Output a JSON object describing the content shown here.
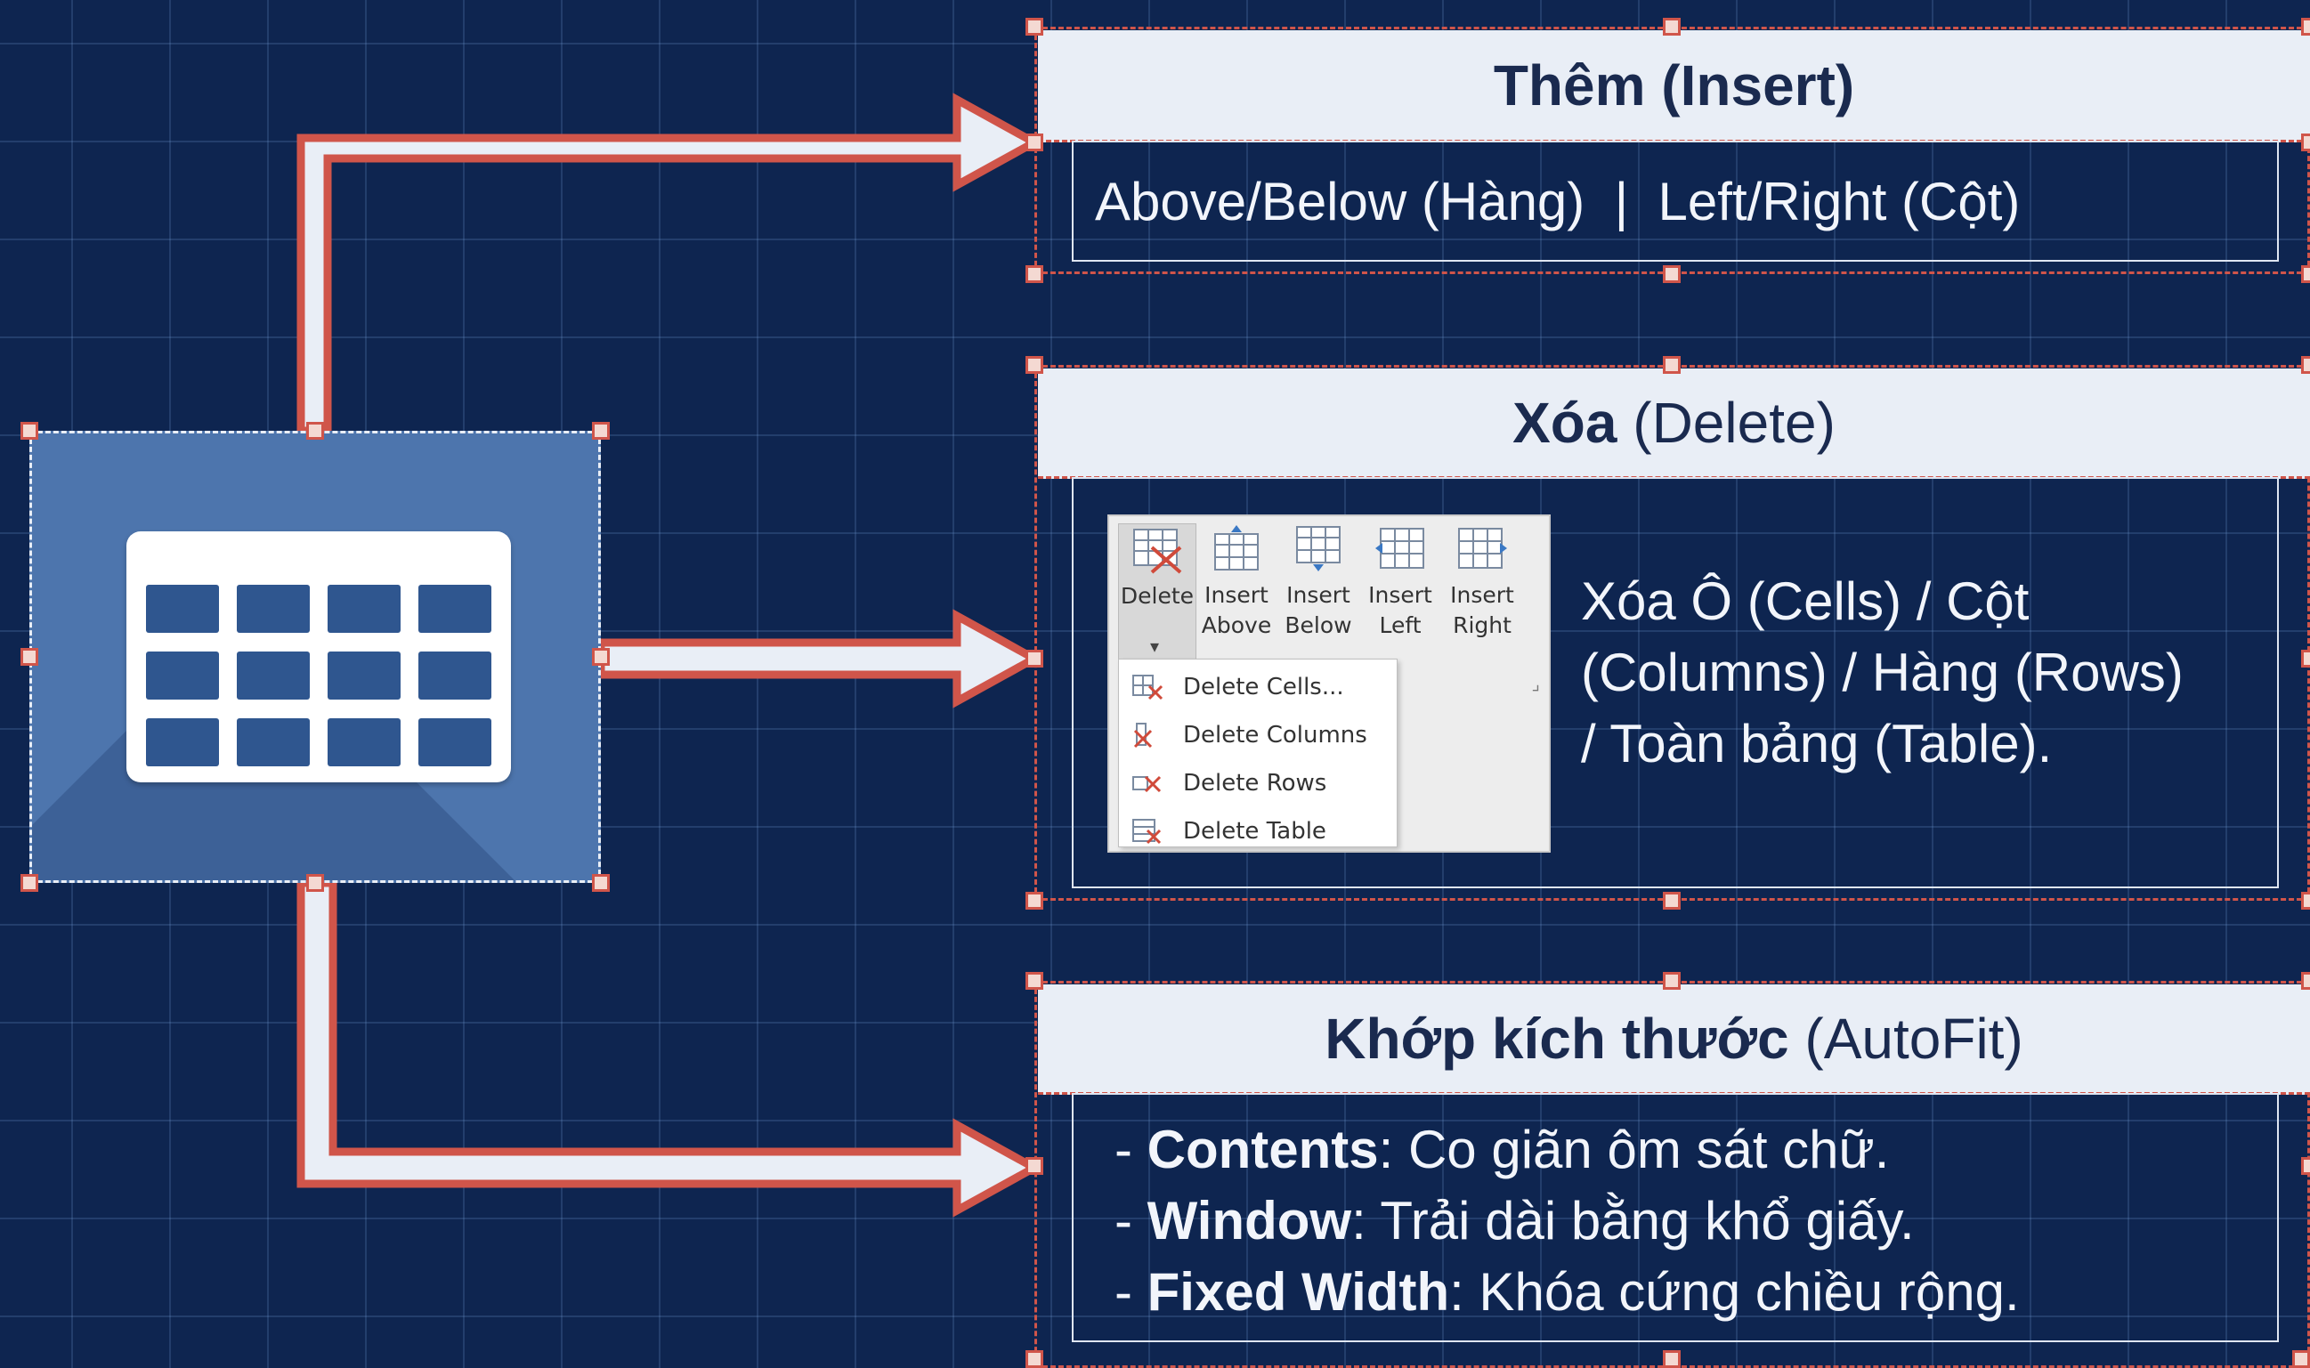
{
  "panels": {
    "insert": {
      "title_bold": "Thêm (Insert)",
      "title_normal": "",
      "body": "Above/Below (Hàng)  |  Left/Right (Cột)"
    },
    "delete": {
      "title_bold": "Xóa",
      "title_normal": " (Delete)",
      "body_lines": [
        "Xóa Ô (Cells) / Cột",
        "(Columns) / Hàng (Rows)",
        "/ Toàn bảng (Table)."
      ],
      "ribbon": {
        "buttons": [
          {
            "line1": "Delete",
            "line2": ""
          },
          {
            "line1": "Insert",
            "line2": "Above"
          },
          {
            "line1": "Insert",
            "line2": "Below"
          },
          {
            "line1": "Insert",
            "line2": "Left"
          },
          {
            "line1": "Insert",
            "line2": "Right"
          }
        ],
        "menu": [
          "Delete Cells...",
          "Delete Columns",
          "Delete Rows",
          "Delete Table"
        ]
      }
    },
    "autofit": {
      "title_bold": "Khớp kích thước",
      "title_normal": " (AutoFit)",
      "items": [
        {
          "term": "Contents",
          "desc": ": Co giãn ôm sát chữ."
        },
        {
          "term": "Window",
          "desc": ": Trải dài bằng khổ giấy."
        },
        {
          "term": "Fixed Width",
          "desc": ": Khóa cứng chiều rộng."
        }
      ]
    }
  },
  "icons": {
    "table": "table-grid-icon",
    "delete": "table-delete-icon",
    "insert_above": "insert-row-above-icon",
    "insert_below": "insert-row-below-icon",
    "insert_left": "insert-column-left-icon",
    "insert_right": "insert-column-right-icon"
  },
  "colors": {
    "background": "#0e2550",
    "tile": "#4d75ad",
    "accent": "#d0554a",
    "header_fill": "#e9eef6"
  }
}
